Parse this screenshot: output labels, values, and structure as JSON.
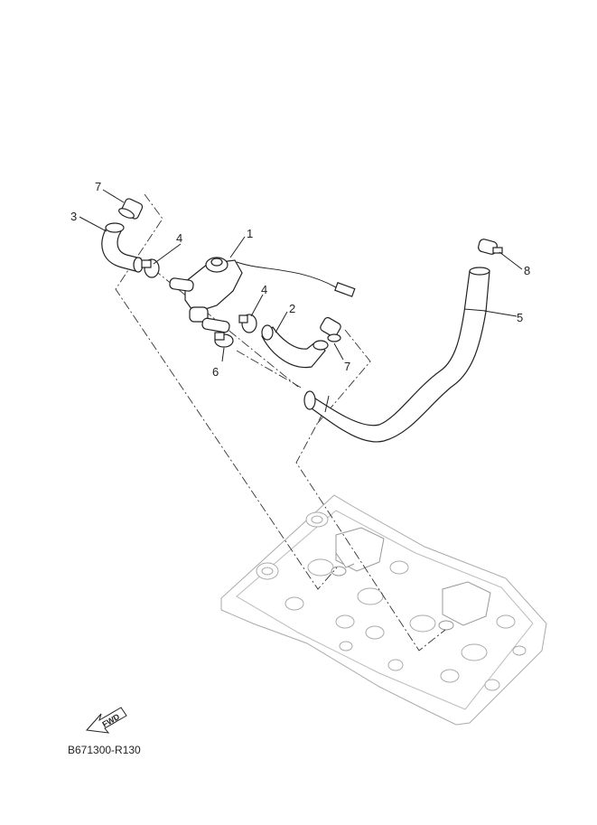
{
  "diagram": {
    "callouts": [
      {
        "id": "c1",
        "label": "1"
      },
      {
        "id": "c2",
        "label": "2"
      },
      {
        "id": "c3",
        "label": "3"
      },
      {
        "id": "c4a",
        "label": "4"
      },
      {
        "id": "c4b",
        "label": "4"
      },
      {
        "id": "c5",
        "label": "5"
      },
      {
        "id": "c6",
        "label": "6"
      },
      {
        "id": "c7a",
        "label": "7"
      },
      {
        "id": "c7b",
        "label": "7"
      },
      {
        "id": "c8",
        "label": "8"
      }
    ],
    "fwd_label": "FWD",
    "reference_code": "B671300-R130"
  }
}
